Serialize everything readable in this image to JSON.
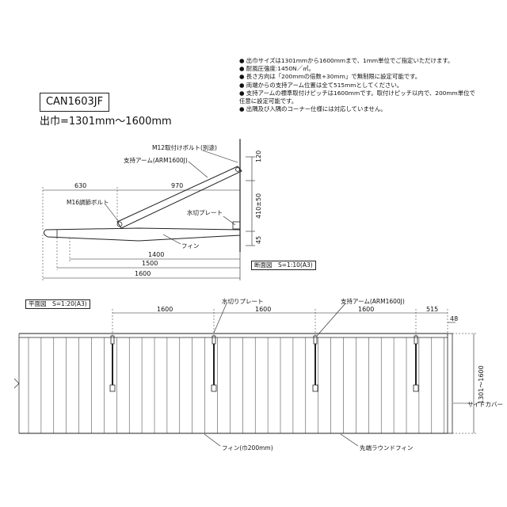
{
  "header": {
    "model_code": "CAN1603JF",
    "width_range": "出巾=1301mm〜1600mm"
  },
  "notes": [
    "● 出巾サイズは1301mmから1600mmまで、1mm単位でご指定いただけます。",
    "● 耐風圧強度:1450N／㎡。",
    "● 長さ方向は「200mmの倍数+30mm」で無制限に設定可能です。",
    "● 両端からの支持アーム位置は全て515mmとしてください。",
    "● 支持アームの標準取付けピッチは1600mmです。取付けピッチ以内で、200mm単位で",
    "   任意に設定可能です。",
    "● 出隅及び入隅のコーナー仕様には対応していません。"
  ],
  "section_view": {
    "scale_label": "断面図　S=1:10(A3)",
    "labels": {
      "bolt_m12": "M12取付けボルト(別途)",
      "support_arm": "支持アーム(ARM1600J)",
      "bolt_m16": "M16調節ボルト",
      "drip_plate": "水切プレート",
      "fin": "フィン"
    },
    "dims": {
      "d630": "630",
      "d970": "970",
      "d1400": "1400",
      "d1500": "1500",
      "d1600": "1600",
      "d120": "120",
      "d410": "410±50",
      "d45": "45"
    }
  },
  "plan_view": {
    "scale_label": "平面図　S=1:20(A3)",
    "labels": {
      "drip_plate": "水切りプレート",
      "support_arm": "支持アーム(ARM1600J)",
      "fin_width": "フィン(巾200mm)",
      "round_fin": "先端ラウンドフィン",
      "side_cover": "サイドカバー"
    },
    "dims": {
      "pitch1": "1600",
      "pitch2": "1600",
      "pitch3": "1600",
      "end": "515",
      "d48": "48",
      "depth": "1301〜1600"
    }
  }
}
